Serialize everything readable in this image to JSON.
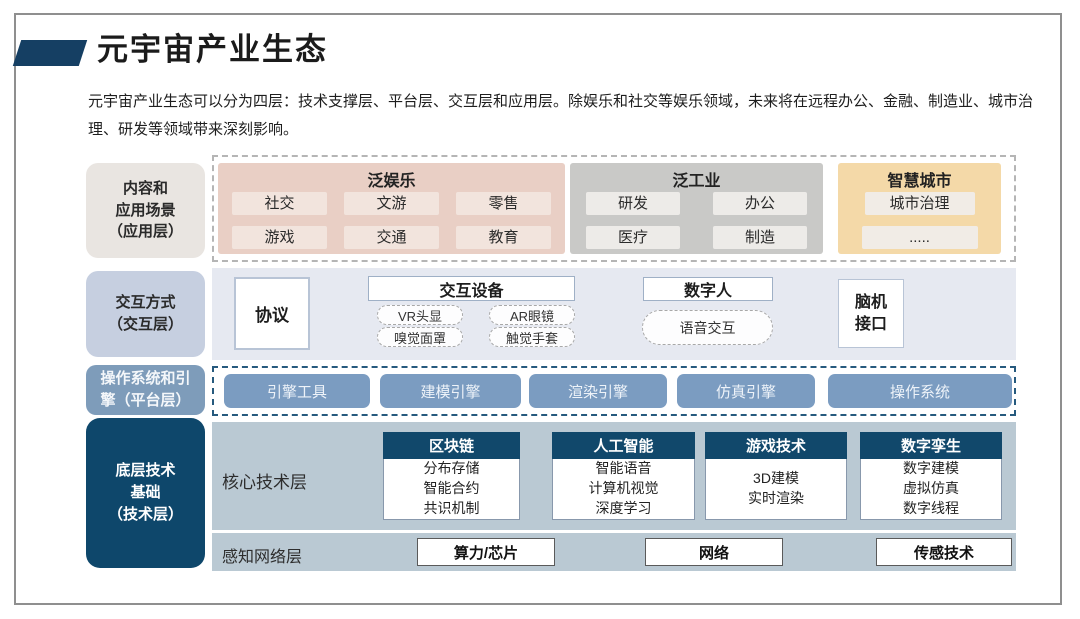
{
  "header": {
    "title": "元宇宙产业生态",
    "subtitle": "元宇宙产业生态可以分为四层：技术支撑层、平台层、交互层和应用层。除娱乐和社交等娱乐领域，未来将在远程办公、金融、制造业、城市治理、研发等领域带来深刻影响。"
  },
  "side_layers": [
    {
      "label": "内容和\n应用场景\n（应用层）"
    },
    {
      "label": "交互方式\n（交互层）"
    },
    {
      "label": "操作系统和引\n擎（平台层）"
    },
    {
      "label": "底层技术\n基础\n（技术层）"
    }
  ],
  "application_layer": {
    "groups": [
      {
        "title": "泛娱乐",
        "items": [
          "社交",
          "文游",
          "零售",
          "游戏",
          "交通",
          "教育"
        ]
      },
      {
        "title": "泛工业",
        "items": [
          "研发",
          "办公",
          "医疗",
          "制造"
        ]
      },
      {
        "title": "智慧城市",
        "items": [
          "城市治理",
          "....."
        ]
      }
    ]
  },
  "interaction_layer": {
    "protocol": "协议",
    "device_group_title": "交互设备",
    "device_pills": [
      "VR头显",
      "AR眼镜",
      "嗅觉面罩",
      "触觉手套"
    ],
    "digital_human_title": "数字人",
    "voice_pill": "语音交互",
    "bci": "脑机\n接口"
  },
  "platform_layer": {
    "engine_buttons": [
      "引擎工具",
      "建模引擎",
      "渲染引擎",
      "仿真引擎",
      "操作系统"
    ]
  },
  "technology_layer": {
    "core_label": "核心技术层",
    "tech_cards": [
      {
        "title": "区块链",
        "items": [
          "分布存储",
          "智能合约",
          "共识机制"
        ]
      },
      {
        "title": "人工智能",
        "items": [
          "智能语音",
          "计算机视觉",
          "深度学习"
        ]
      },
      {
        "title": "游戏技术",
        "items": [
          "3D建模",
          "实时渲染"
        ]
      },
      {
        "title": "数字孪生",
        "items": [
          "数字建模",
          "虚拟仿真",
          "数字线程"
        ]
      }
    ],
    "perception_label": "感知网络层",
    "perception_items": [
      "算力/芯片",
      "网络",
      "传感技术"
    ]
  },
  "colors": {
    "navy": "#0e476b",
    "steel_blue": "#7b9cc1",
    "band_light": "#e6e9f1",
    "band_slate": "#bac9d3",
    "pink_group": "#e9cfc5",
    "gray_group": "#c9c9c7",
    "tan_group": "#f4d9a8"
  }
}
